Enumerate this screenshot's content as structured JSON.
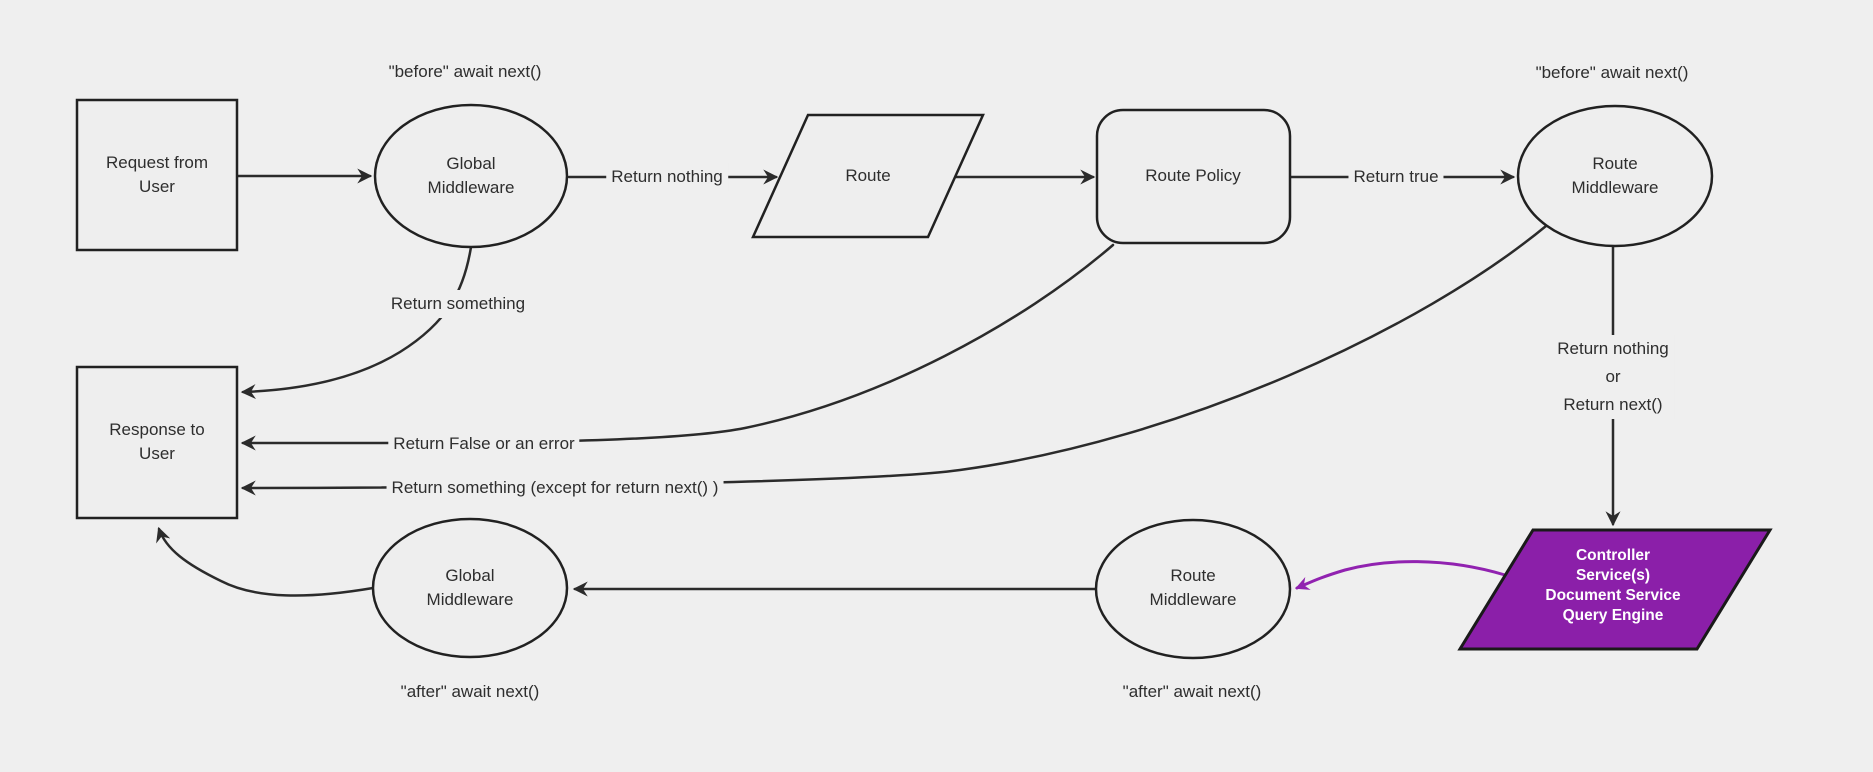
{
  "diagram": {
    "type": "flowchart",
    "description": "Request middleware lifecycle flowchart"
  },
  "colors": {
    "background": "#efefef",
    "node_fill": "#eeeeee",
    "node_stroke": "#212121",
    "edge_color": "#2b2b2b",
    "text_color": "#2e2e2e",
    "controller_fill": "#8b1fa9",
    "controller_stroke": "#1a1a1a",
    "controller_text": "#ffffff",
    "controller_edge_color": "#9122b0"
  },
  "nodes": {
    "request": {
      "label": "Request from User",
      "lines": [
        "Request from",
        "User"
      ],
      "shape": "rectangle"
    },
    "global_middleware_before": {
      "label": "Global Middleware",
      "lines": [
        "Global",
        "Middleware"
      ],
      "shape": "ellipse"
    },
    "route": {
      "label": "Route",
      "lines": [
        "Route"
      ],
      "shape": "parallelogram"
    },
    "route_policy": {
      "label": "Route Policy",
      "lines": [
        "Route Policy"
      ],
      "shape": "rounded-rectangle"
    },
    "route_middleware_before": {
      "label": "Route Middleware",
      "lines": [
        "Route",
        "Middleware"
      ],
      "shape": "ellipse"
    },
    "controller": {
      "label": "Controller Service(s) Document Service Query Engine",
      "lines": [
        "Controller",
        "Service(s)",
        "Document Service",
        "Query Engine"
      ],
      "shape": "parallelogram"
    },
    "route_middleware_after": {
      "label": "Route Middleware",
      "lines": [
        "Route",
        "Middleware"
      ],
      "shape": "ellipse"
    },
    "global_middleware_after": {
      "label": "Global Middleware",
      "lines": [
        "Global",
        "Middleware"
      ],
      "shape": "ellipse"
    },
    "response": {
      "label": "Response to User",
      "lines": [
        "Response to",
        "User"
      ],
      "shape": "rectangle"
    }
  },
  "annotations": {
    "before_await_left": "\"before\" await next()",
    "before_await_right": "\"before\" await next()",
    "after_await_left": "\"after\" await next()",
    "after_await_right": "\"after\" await next()"
  },
  "edge_labels": {
    "return_nothing": "Return nothing",
    "return_true": "Return true",
    "return_something": "Return something",
    "return_false_or_error": "Return False or an error",
    "return_something_except": "Return something (except for return next() )",
    "return_nothing_or": [
      "Return nothing",
      "or",
      "Return next()"
    ]
  },
  "connections": [
    {
      "from": "Request from User",
      "to": "Global Middleware",
      "label": ""
    },
    {
      "from": "Global Middleware",
      "to": "Route",
      "label": "Return nothing"
    },
    {
      "from": "Route",
      "to": "Route Policy",
      "label": ""
    },
    {
      "from": "Route Policy",
      "to": "Route Middleware",
      "label": "Return true"
    },
    {
      "from": "Global Middleware",
      "to": "Response to User",
      "label": "Return something"
    },
    {
      "from": "Route Policy",
      "to": "Response to User",
      "label": "Return False or an error"
    },
    {
      "from": "Route Middleware",
      "to": "Response to User",
      "label": "Return something (except for return next() )"
    },
    {
      "from": "Route Middleware",
      "to": "Controller Service(s) Document Service Query Engine",
      "label": "Return nothing or Return next()"
    },
    {
      "from": "Controller Service(s) Document Service Query Engine",
      "to": "Route Middleware (after)",
      "label": ""
    },
    {
      "from": "Route Middleware (after)",
      "to": "Global Middleware (after)",
      "label": ""
    },
    {
      "from": "Global Middleware (after)",
      "to": "Response to User",
      "label": ""
    }
  ]
}
